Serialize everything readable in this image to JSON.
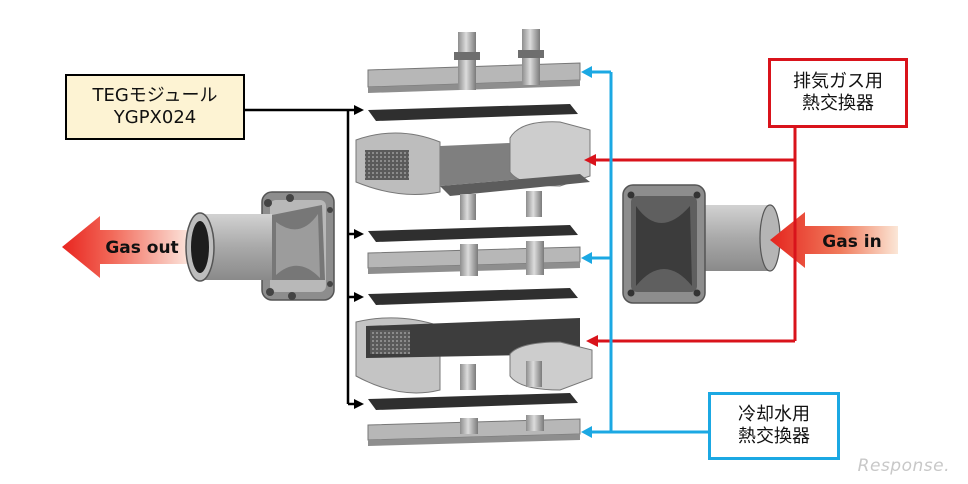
{
  "teg_module": {
    "line1": "TEGモジュール",
    "line2": "YGPX024"
  },
  "exhaust_hx": {
    "line1": "排気ガス用",
    "line2": "熱交換器"
  },
  "coolant_hx": {
    "line1": "冷却水用",
    "line2": "熱交換器"
  },
  "gas_out": "Gas out",
  "gas_in": "Gas in",
  "watermark": "Response.",
  "colors": {
    "exhaust": "#d9131b",
    "coolant": "#1ba8e3",
    "teg_fill": "#fdf3d3"
  }
}
